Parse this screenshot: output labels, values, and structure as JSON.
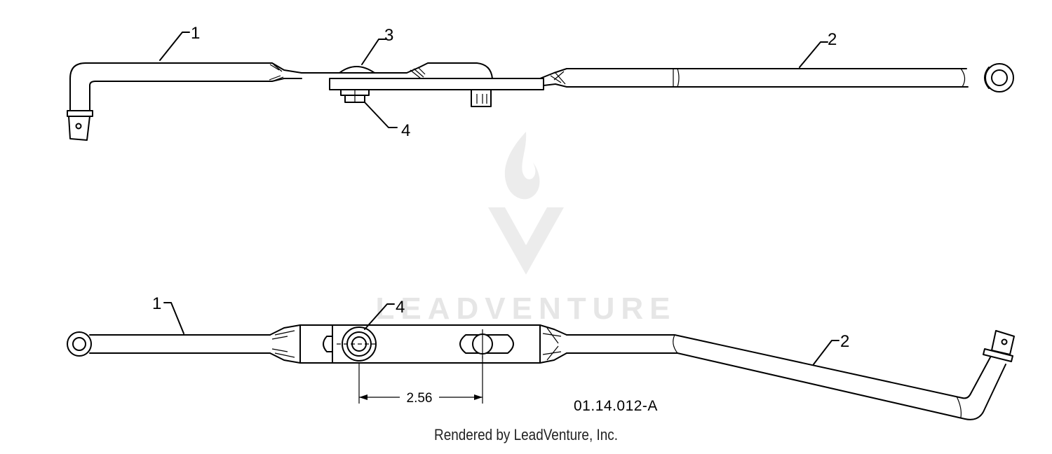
{
  "diagram": {
    "callouts": {
      "top_1": "1",
      "top_2": "2",
      "top_3": "3",
      "top_4": "4",
      "bottom_1": "1",
      "bottom_2": "2",
      "bottom_4": "4"
    },
    "dimension_label": "2.56",
    "drawing_code": "01.14.012-A",
    "watermark_text": "LEADVENTURE",
    "credit": "Rendered by LeadVenture, Inc."
  }
}
